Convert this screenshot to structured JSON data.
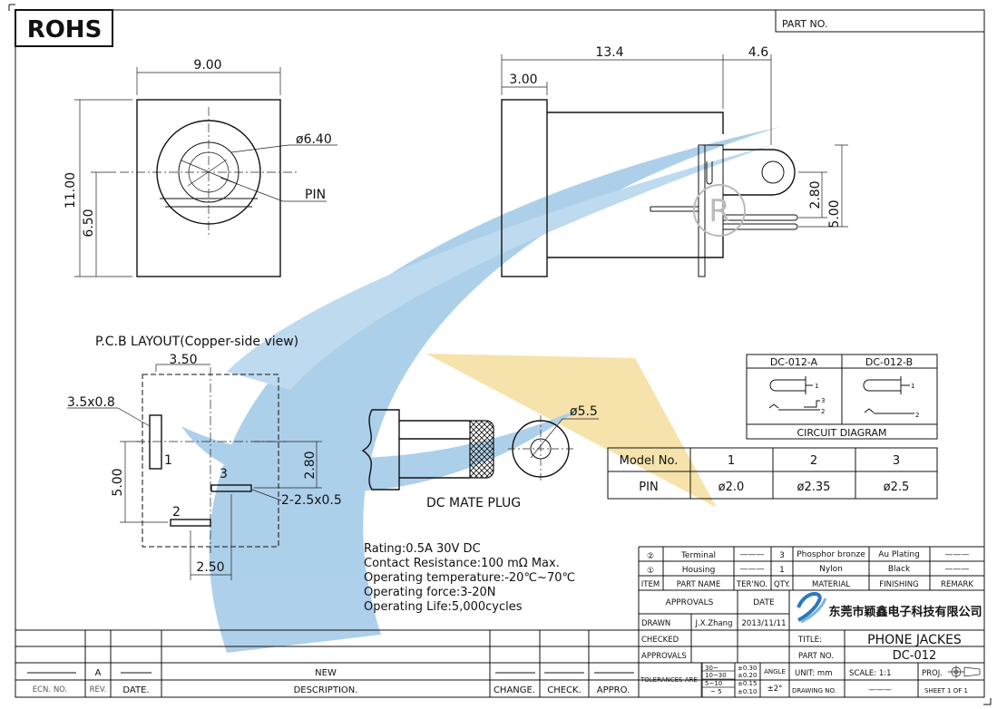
{
  "badge": "ROHS",
  "front_view": {
    "width": "9.00",
    "height": "11.00",
    "center_height": "6.50",
    "diameter": "ø6.40",
    "pin_label": "PIN"
  },
  "side_view": {
    "length": "13.4",
    "tail": "4.6",
    "front": "3.00",
    "pin_spacing_a": "2.80",
    "pin_spacing_b": "5.00"
  },
  "pcb": {
    "title": "P.C.B LAYOUT(Copper-side view)",
    "width": "3.50",
    "slot_label": "3.5x0.8",
    "height": "5.00",
    "spacing": "2.80",
    "bottom": "2.50",
    "pad_label": "2-2.5x0.5",
    "pin_1": "1",
    "pin_2": "2",
    "pin_3": "3"
  },
  "plug": {
    "diameter": "ø5.5",
    "label": "DC MATE PLUG"
  },
  "circuit": {
    "col_a": "DC-012-A",
    "col_b": "DC-012-B",
    "caption": "CIRCUIT DIAGRAM",
    "pin_1": "1",
    "pin_2": "2",
    "pin_3": "3"
  },
  "model_table": {
    "header": [
      "Model No.",
      "1",
      "2",
      "3"
    ],
    "row": [
      "PIN",
      "ø2.0",
      "ø2.35",
      "ø2.5"
    ]
  },
  "specs": [
    "Rating:0.5A 30V DC",
    "Contact Resistance:100 mΩ Max.",
    "Operating temperature:-20℃~70℃",
    "Operating force:3-20N",
    "Operating Life:5,000cycles"
  ],
  "bom": {
    "rows": [
      {
        "item": "②",
        "name": "Terminal",
        "ter": "———",
        "qty": "3",
        "material": "Phosphor bronze",
        "finishing": "Au Plating",
        "remark": "———"
      },
      {
        "item": "①",
        "name": "Housing",
        "ter": "———",
        "qty": "1",
        "material": "Nylon",
        "finishing": "Black",
        "remark": "———"
      }
    ],
    "header": {
      "item": "ITEM",
      "name": "PART NAME",
      "ter": "TER'NO.",
      "qty": "QTY.",
      "material": "MATERIAL",
      "finishing": "FINISHING",
      "remark": "REMARK"
    }
  },
  "title_block": {
    "approvals": "APPROVALS",
    "date": "DATE",
    "company": "东莞市颖鑫电子科技有限公司",
    "drawn": "DRAWN",
    "drawn_by": "J.X.Zhang",
    "drawn_date": "2013/11/11",
    "checked": "CHECKED",
    "approvals2": "APPROVALS",
    "title_label": "TITLE:",
    "title": "PHONE JACKES",
    "part_label": "PART NO.",
    "part_no": "DC-012",
    "tolerances": "TOLERANCES ARE",
    "tol_ranges": [
      "30~",
      "10~30",
      "5~10",
      "~ 5"
    ],
    "tol_values": [
      "±0.30",
      "±0.20",
      "±0.15",
      "±0.10"
    ],
    "angle_label": "ANGLE",
    "angle_value": "±2°",
    "unit": "UNIT: mm",
    "scale": "SCALE:  1:1",
    "proj": "PROJ.",
    "drawing_no": "DRAWING NO.",
    "drawing_no_value": "———",
    "sheet": "SHEET  1  OF  1"
  },
  "revision": {
    "ecn": "ECN. NO.",
    "rev": "REV.",
    "date": "DATE.",
    "description": "DESCRIPTION.",
    "change": "CHANGE.",
    "check": "CHECK.",
    "appro": "APPRO.",
    "rev_value": "A",
    "desc_value": "NEW"
  },
  "part_no_box": "PART NO.",
  "colors": {
    "watermark_blue": "#9cc6e6",
    "watermark_yellow": "#f6dfa2",
    "line": "#111111"
  }
}
